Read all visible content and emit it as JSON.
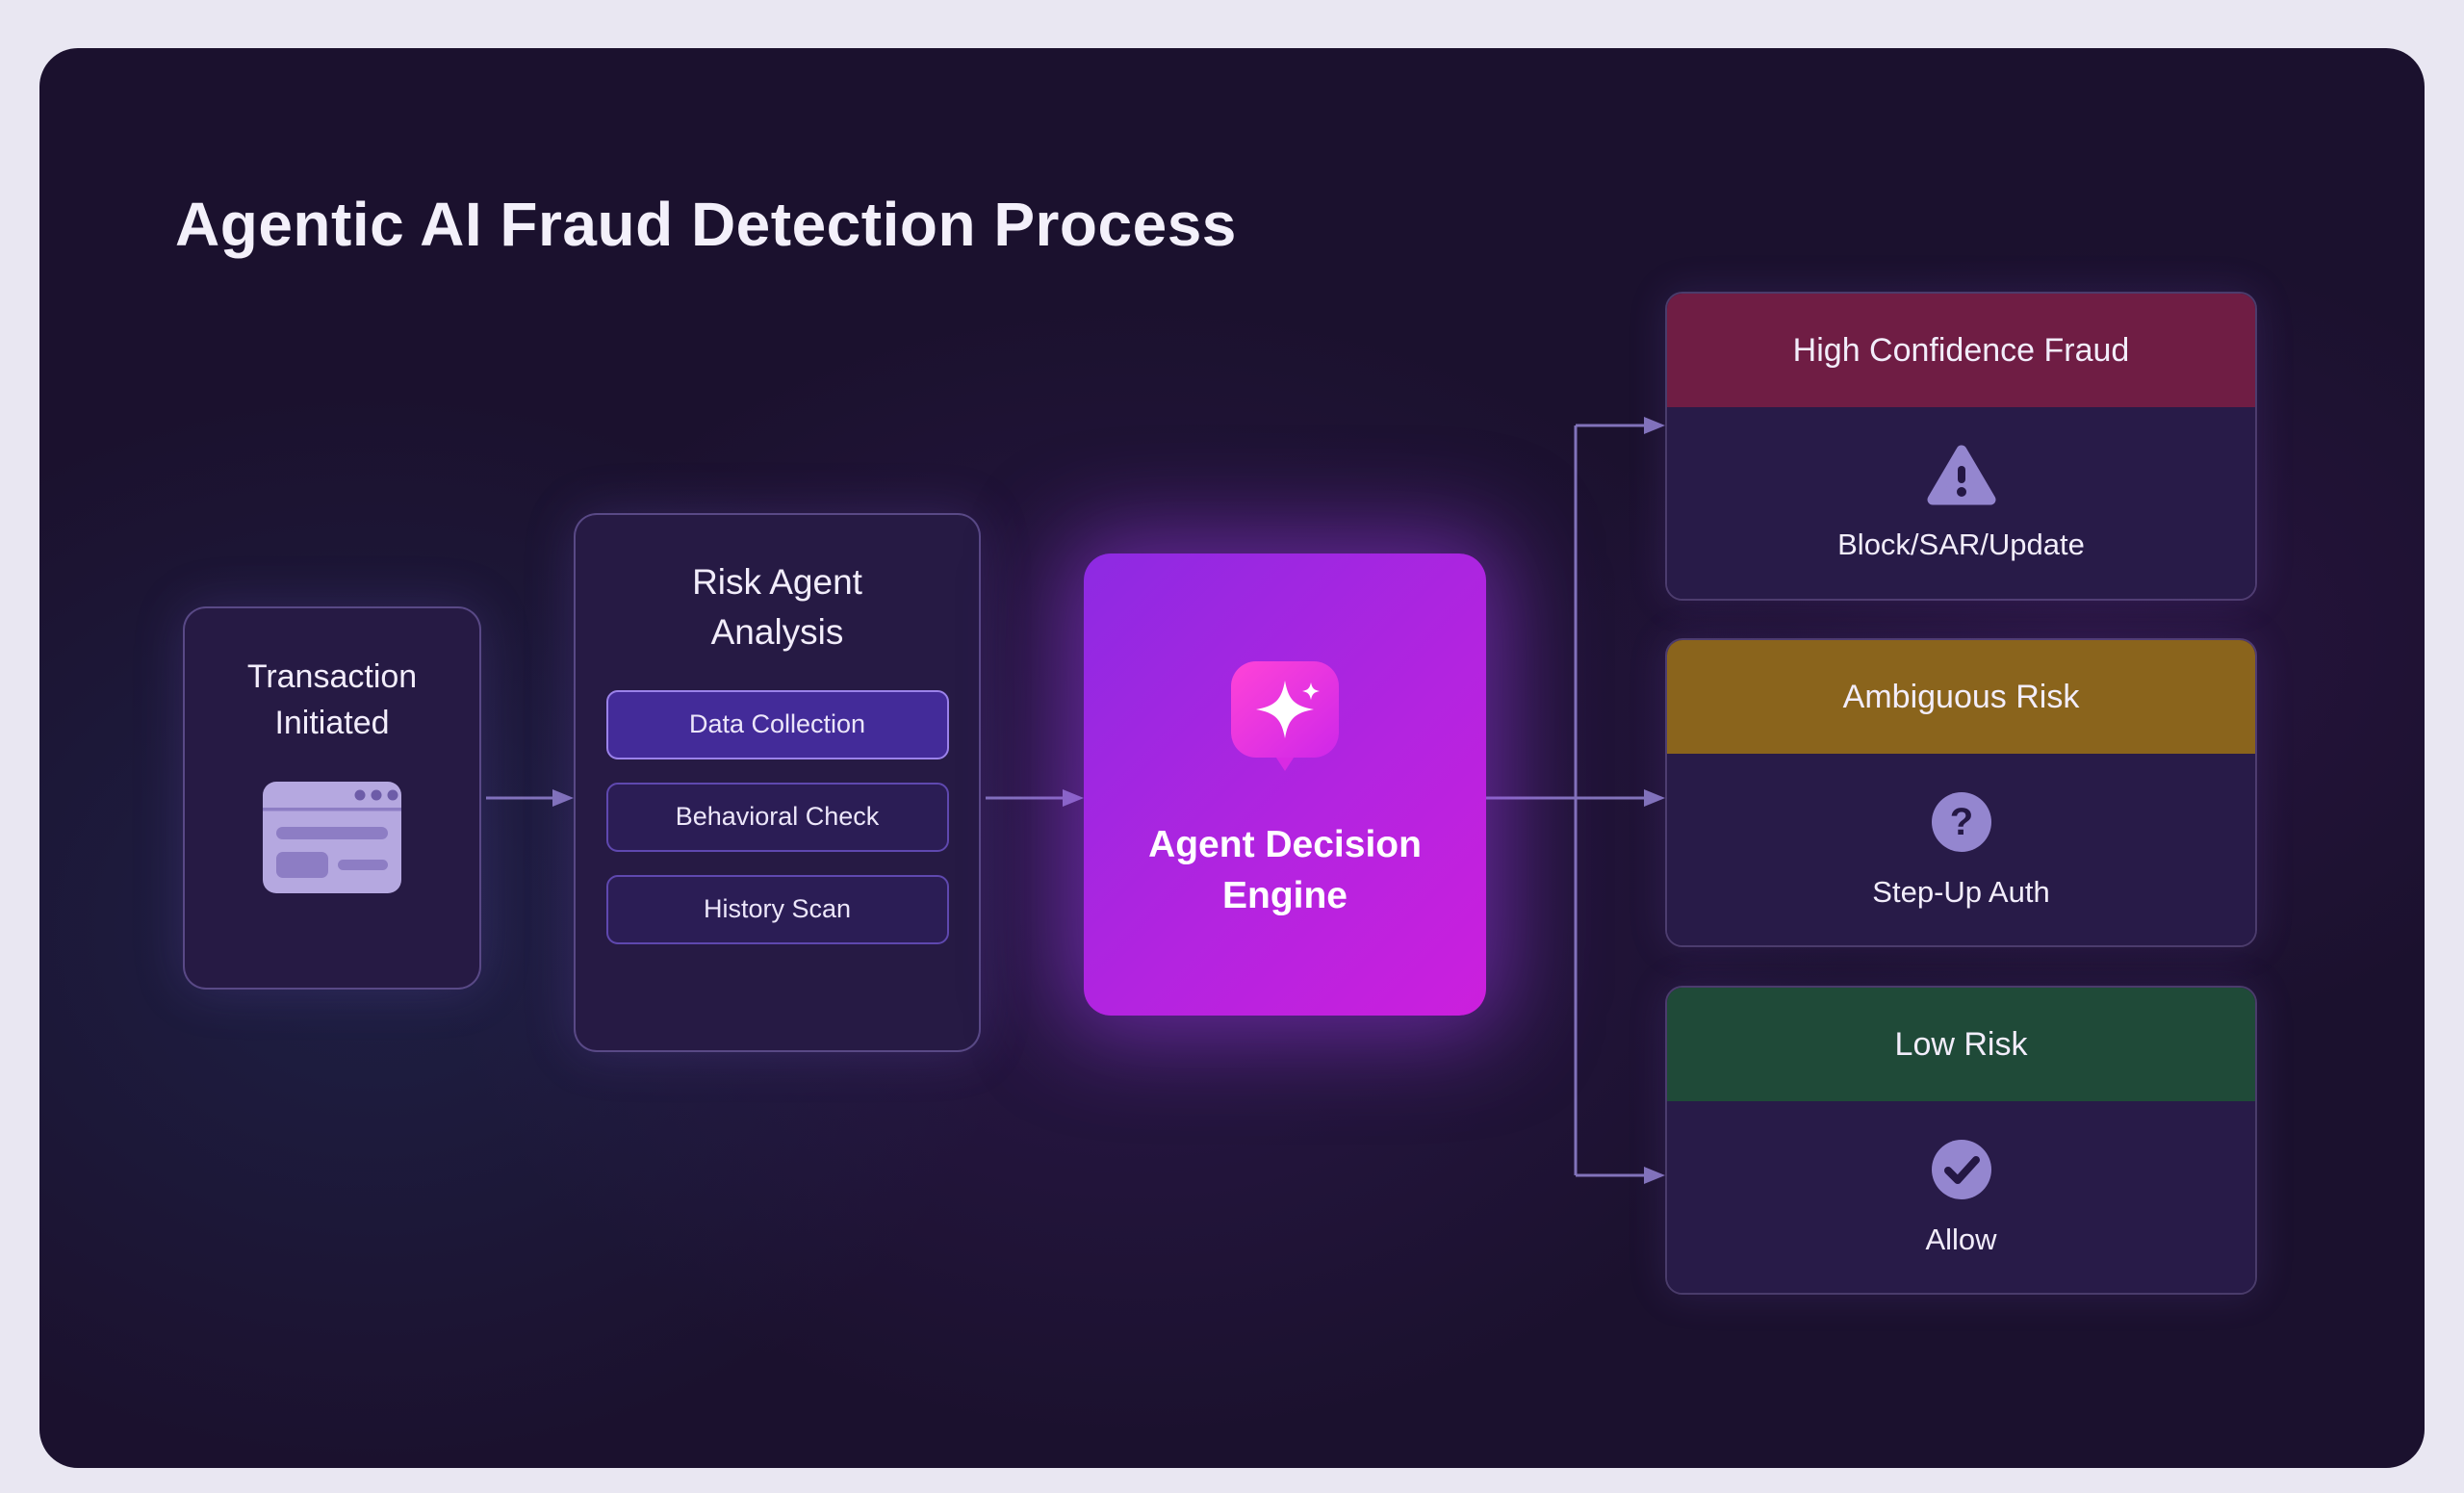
{
  "title": "Agentic AI Fraud Detection Process",
  "flow": {
    "transaction": {
      "label": "Transaction Initiated",
      "icon": "browser-window-icon"
    },
    "risk_agent": {
      "title": "Risk Agent Analysis",
      "steps": [
        {
          "label": "Data Collection",
          "state": "active"
        },
        {
          "label": "Behavioral Check",
          "state": "default"
        },
        {
          "label": "History Scan",
          "state": "default"
        }
      ]
    },
    "engine": {
      "label": "Agent Decision Engine",
      "icon": "sparkle-chat-icon"
    },
    "outcomes": [
      {
        "header": "High Confidence Fraud",
        "action": "Block/SAR/Update",
        "icon": "warning-icon",
        "header_color": "#6f1d44"
      },
      {
        "header": "Ambiguous Risk",
        "action": "Step-Up Auth",
        "icon": "question-icon",
        "header_color": "#8a641c"
      },
      {
        "header": "Low Risk",
        "action": "Allow",
        "icon": "check-icon",
        "header_color": "#1f4a38"
      }
    ]
  },
  "colors": {
    "page_background": "#e9e7f2",
    "panel_background": "#1b112e",
    "node_background": "#261a44",
    "node_border": "#9883d8",
    "arrow": "#8273bb",
    "chip_active_background": "#432b99",
    "chip_default_background": "#2b1d55",
    "engine_gradient_start": "#8d2ae2",
    "engine_gradient_end": "#cc1fdd",
    "accent_icon": "#9486cf",
    "text_primary": "#f2edfb"
  }
}
